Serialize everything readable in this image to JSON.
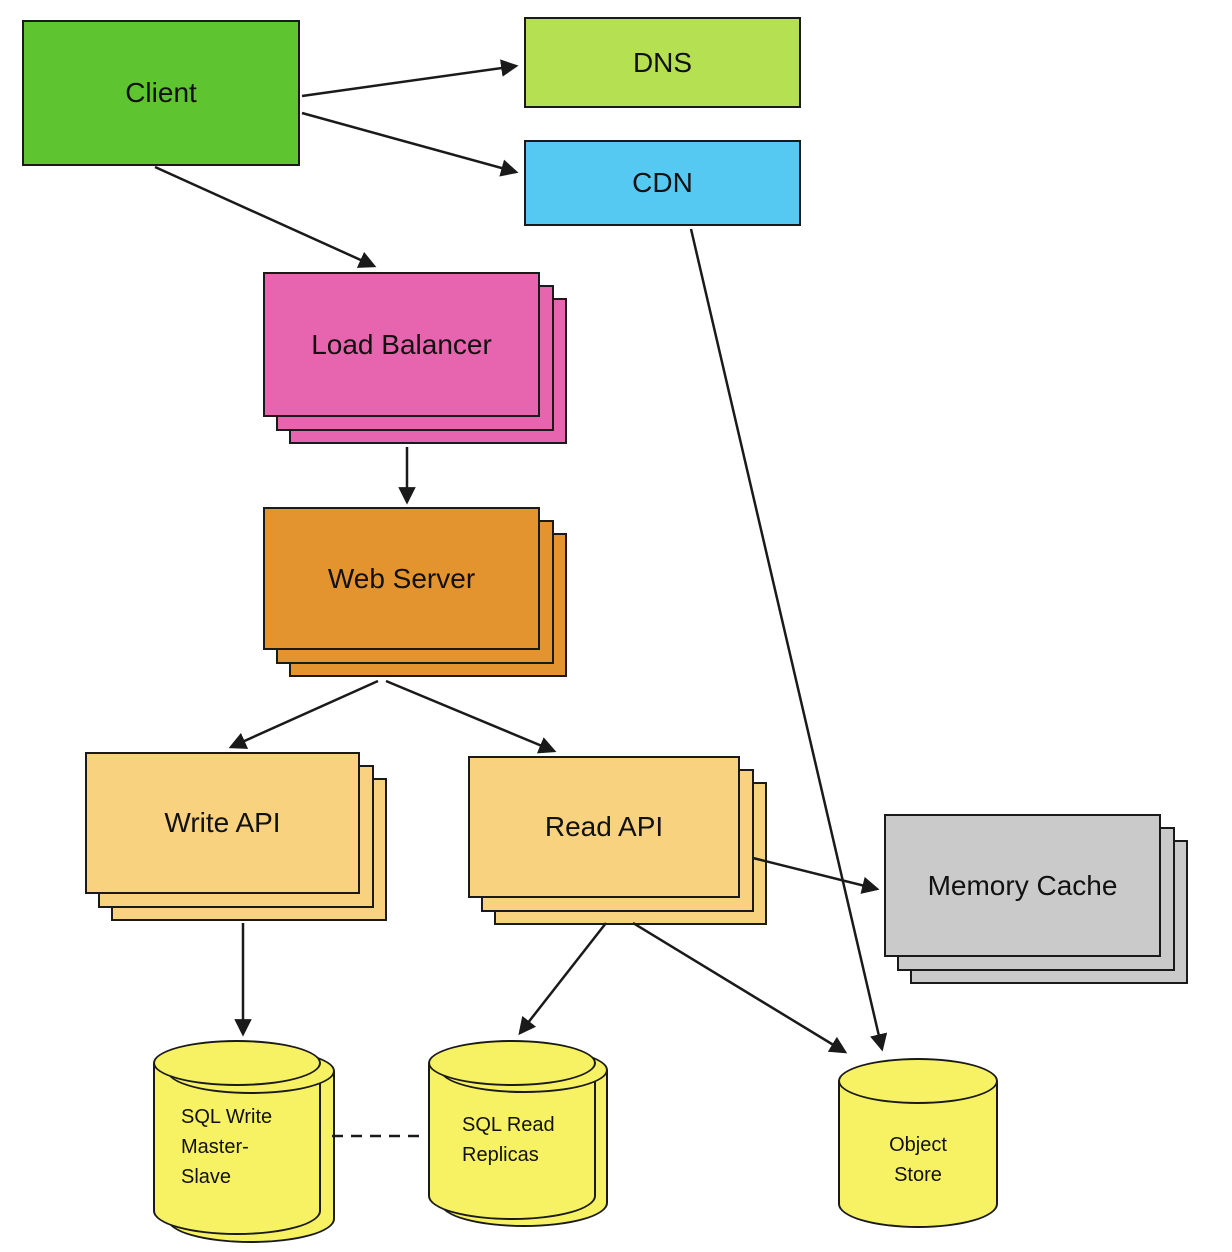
{
  "diagram": {
    "title": "",
    "nodes": {
      "client": {
        "label": "Client"
      },
      "dns": {
        "label": "DNS"
      },
      "cdn": {
        "label": "CDN"
      },
      "load_balancer": {
        "label": "Load Balancer"
      },
      "web_server": {
        "label": "Web Server"
      },
      "write_api": {
        "label": "Write API"
      },
      "read_api": {
        "label": "Read API"
      },
      "memory_cache": {
        "label": "Memory Cache"
      },
      "sql_write_master_slave": {
        "label": "SQL Write Master-Slave",
        "lines": [
          "SQL Write",
          "Master-",
          "Slave"
        ]
      },
      "sql_read_replicas": {
        "label": "SQL Read Replicas",
        "lines": [
          "SQL Read",
          "Replicas"
        ]
      },
      "object_store": {
        "label": "Object Store",
        "lines": [
          "Object",
          "Store"
        ]
      }
    },
    "edges": [
      {
        "from": "client",
        "to": "dns",
        "style": "arrow"
      },
      {
        "from": "client",
        "to": "cdn",
        "style": "arrow"
      },
      {
        "from": "client",
        "to": "load_balancer",
        "style": "arrow"
      },
      {
        "from": "load_balancer",
        "to": "web_server",
        "style": "arrow"
      },
      {
        "from": "web_server",
        "to": "write_api",
        "style": "arrow"
      },
      {
        "from": "web_server",
        "to": "read_api",
        "style": "arrow"
      },
      {
        "from": "read_api",
        "to": "memory_cache",
        "style": "arrow"
      },
      {
        "from": "write_api",
        "to": "sql_write_master_slave",
        "style": "arrow"
      },
      {
        "from": "read_api",
        "to": "sql_read_replicas",
        "style": "arrow"
      },
      {
        "from": "read_api",
        "to": "object_store",
        "style": "arrow"
      },
      {
        "from": "cdn",
        "to": "object_store",
        "style": "arrow"
      },
      {
        "from": "sql_write_master_slave",
        "to": "sql_read_replicas",
        "style": "dashed"
      }
    ],
    "colors": {
      "client": "#5ec42f",
      "dns": "#b5e052",
      "cdn": "#56c9f2",
      "load_balancer": "#e765ae",
      "web_server": "#e3942f",
      "write_api": "#f8d27f",
      "read_api": "#f8d27f",
      "memory_cache": "#cacaca",
      "database_cylinder": "#f7f263",
      "border": "#1a1a1a",
      "arrow": "#1a1a1a",
      "background": "#ffffff"
    }
  }
}
